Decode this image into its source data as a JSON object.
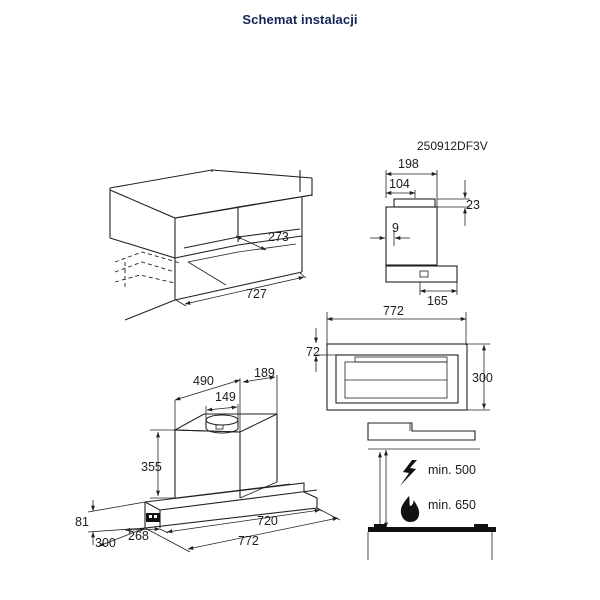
{
  "page_title": "Schemat instalacji",
  "model_code": "250912DF3V",
  "cabinet_view": {
    "depth_dim": "273",
    "width_dim": "727"
  },
  "side_view": {
    "total_depth": "198",
    "chimney_depth": "104",
    "top_height": "23",
    "rear_offset": "9",
    "front_depth": "165"
  },
  "top_view": {
    "width": "772",
    "front_offset": "72",
    "depth": "300"
  },
  "perspective_view": {
    "box_width": "490",
    "box_depth": "189",
    "outlet_diameter": "149",
    "box_height": "355",
    "front_height": "81",
    "depth": "300",
    "inner_depth": "268",
    "inner_width": "720",
    "outer_width": "772"
  },
  "clearance_view": {
    "electric_label": "min. 500",
    "gas_label": "min. 650",
    "electric_icon": "lightning-icon",
    "gas_icon": "flame-icon"
  }
}
